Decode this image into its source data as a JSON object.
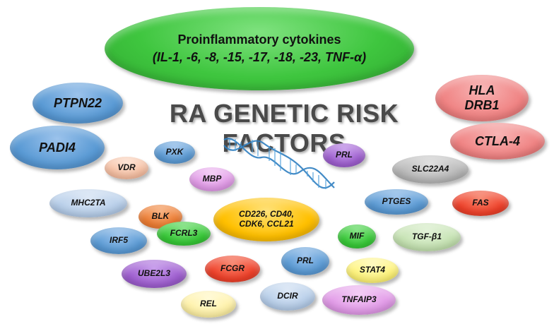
{
  "title": "RA GENETIC RISK FACTORS",
  "cytokines": {
    "line1": "Proinflammatory cytokines",
    "line2": "(IL-1, -6, -8, -15, -17, -18, -23, TNF-α)"
  },
  "genes": {
    "ptpn22": "PTPN22",
    "padi4": "PADI4",
    "hla_1": "HLA",
    "hla_2": "DRB1",
    "ctla4": "CTLA-4",
    "pxk": "PXK",
    "vdr": "VDR",
    "mbp": "MBP",
    "prl_top": "PRL",
    "slc22a4": "SLC22A4",
    "mhc2ta": "MHC2TA",
    "blk": "BLK",
    "center_1": "CD226, CD40,",
    "center_2": "CDK6, CCL21",
    "ptges": "PTGES",
    "fas": "FAS",
    "irf5": "IRF5",
    "fcrl3": "FCRL3",
    "mif": "MIF",
    "tgfb1": "TGF-β1",
    "ube2l3": "UBE2L3",
    "fcgr": "FCGR",
    "prl_bottom": "PRL",
    "stat4": "STAT4",
    "rel": "REL",
    "dcir": "DCIR",
    "tnfaip3": "TNFAIP3"
  },
  "colors": {
    "green": "#3fc63f",
    "blue": "#5b9bd5",
    "pink": "#f08585",
    "peach": "#f7c0a3",
    "violet": "#e29be8",
    "purple": "#9f5fd0",
    "gray": "#b8b8b8",
    "light_blue": "#b8cfea",
    "orange": "#ee7d32",
    "yellow": "#ffc000",
    "red": "#f0412a",
    "bright_green": "#36c936",
    "pale_green": "#c6e3b3",
    "lemon": "#fff47a",
    "cream": "#fff2a8",
    "dna_blue": "#2f7fc0"
  }
}
